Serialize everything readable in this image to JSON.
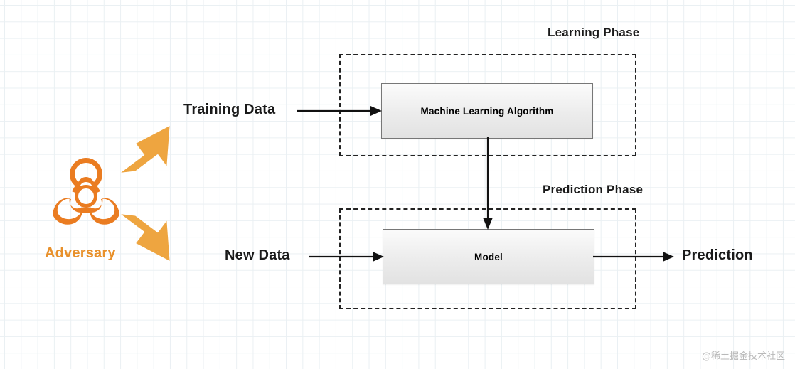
{
  "diagram": {
    "phases": [
      {
        "name": "learning-phase",
        "label": "Learning Phase"
      },
      {
        "name": "prediction-phase",
        "label": "Prediction Phase"
      }
    ],
    "boxes": [
      {
        "name": "machine-learning-algorithm",
        "label": "Machine Learning Algorithm"
      },
      {
        "name": "model",
        "label": "Model"
      }
    ],
    "io_labels": [
      {
        "name": "training-data",
        "label": "Training Data"
      },
      {
        "name": "new-data",
        "label": "New Data"
      },
      {
        "name": "prediction",
        "label": "Prediction"
      }
    ],
    "actor": {
      "name": "adversary",
      "label": "Adversary",
      "icon": "biohazard-icon",
      "color": "#e8902a"
    },
    "colors": {
      "accent": "#e8902a",
      "grid": "#eaf0f3",
      "stroke": "#222222",
      "box_border": "#777777",
      "text": "#1a1a1a"
    }
  },
  "watermark": {
    "text": "@稀土掘金技术社区"
  }
}
